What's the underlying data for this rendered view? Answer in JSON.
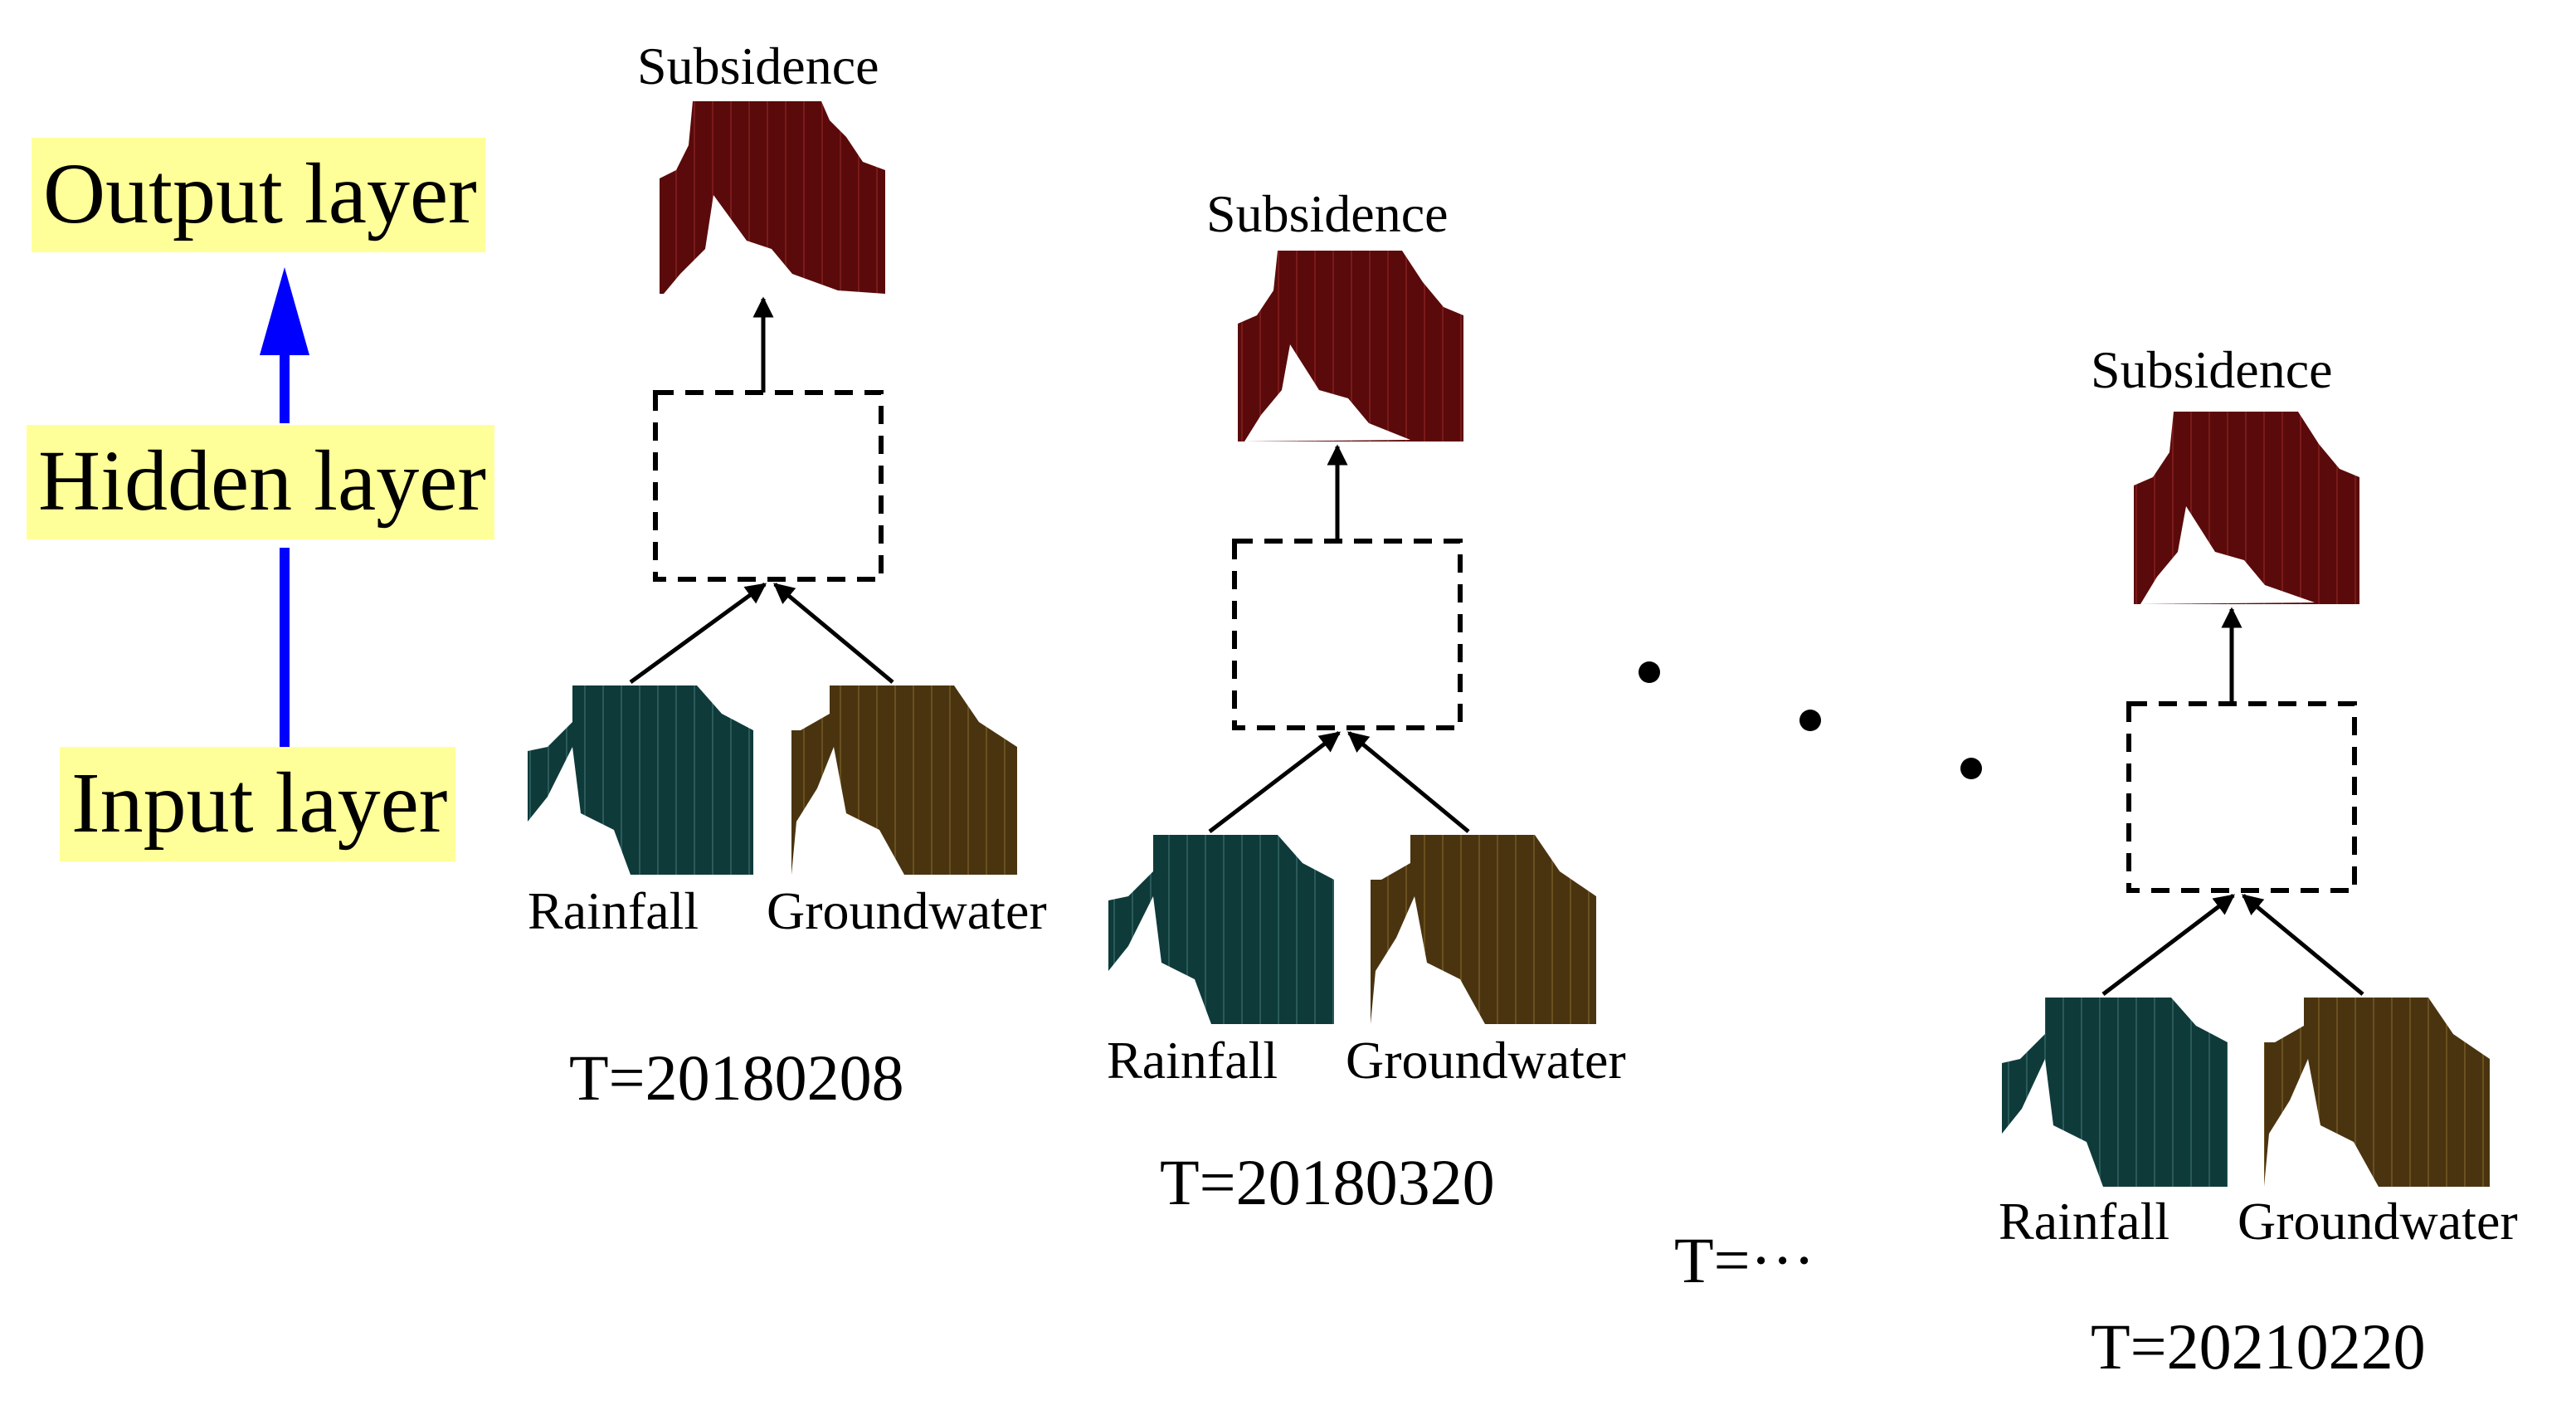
{
  "legend": {
    "output_layer": "Output layer",
    "hidden_layer": "Hidden layer",
    "input_layer": "Input layer"
  },
  "steps": [
    {
      "output": "Subsidence",
      "input_a": "Rainfall",
      "input_b": "Groundwater",
      "time": "T=20180208"
    },
    {
      "output": "Subsidence",
      "input_a": "Rainfall",
      "input_b": "Groundwater",
      "time": "T=20180320"
    },
    {
      "output": "Subsidence",
      "input_a": "Rainfall",
      "input_b": "Groundwater",
      "time": "T=20210220"
    }
  ],
  "ellipsis_time": "T=···",
  "colors": {
    "label_highlight": "#ffff99",
    "arrow_blue": "#0000ff",
    "subsidence_map": "#5a0a0a",
    "rainfall_map": "#0f3a3a",
    "groundwater_map": "#4a3410"
  }
}
